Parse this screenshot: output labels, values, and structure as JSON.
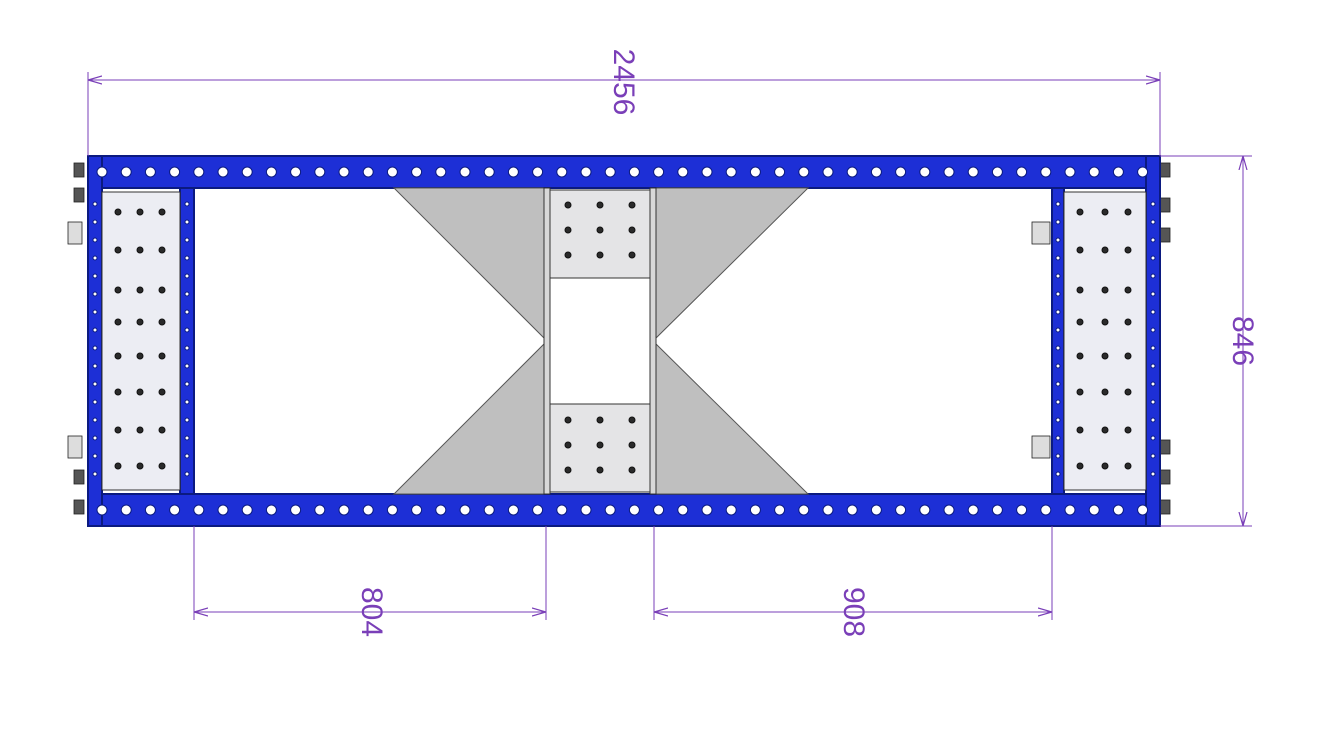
{
  "dimensions": {
    "overall_width": "2456",
    "overall_depth": "846",
    "left_opening": "804",
    "right_opening": "908"
  },
  "colors": {
    "frame_blue": "#1d2fd6",
    "frame_dark": "#0b1a80",
    "plate_gray": "#bfbfbf",
    "panel_light": "#ecedf3",
    "dimension_line": "#7a3fb8"
  }
}
